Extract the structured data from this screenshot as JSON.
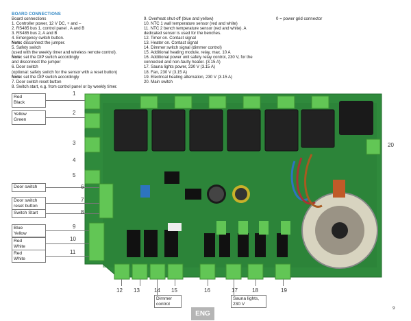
{
  "heading": "BOARD CONNECTIONS",
  "col1": [
    "Board connections",
    "1. Controller power, 12 V DC, + and –",
    "2. RS485 bus 1, control panel , A and B",
    "3. RS485 bus 2, A and B",
    "4. Emergency switch button.",
    "Note: disconnect the jumper.",
    "5. Safety switch",
    "(used with the weekly timer and wireless remote control).",
    "Note: set the DIP switch accordingly",
    "and disconnect the jumper",
    "6. Door switch",
    "(optional: safety switch for the sensor with a reset button)",
    "Note: set the DIP switch accordingly",
    "7. Door switch reset button",
    "8. Switch start, e.g. from control panel or by weekly timer."
  ],
  "col2": [
    "9. Overheat shut-off (blue and yellow)",
    "10. NTC 1 wall temperature sensor (red and white)",
    "11. NTC 2 bench temperature sensor (red and white). A",
    "dedicated sensor is used for the benches.",
    "12. Timer on. Contact signal",
    "13. Heater on. Contact signal",
    "14. Dimmer switch signal (dimmer control)",
    "15. Additional heating module, relay, max. 10 A",
    "16. Additional power unit safety relay control, 230 V, for the",
    "connected and non-faulty heater. (3.15 A)",
    "17. Sauna lights power, 230 V (3.15 A)",
    "18. Fan, 230 V (3.15 A)",
    "19. Electrical heating alternation, 230 V (3.15 A)",
    "20. Main switch"
  ],
  "col3": "0 = power grid connector",
  "wire_labels": {
    "red": "Red",
    "black": "Black",
    "yellow": "Yellow",
    "green": "Green",
    "door_switch": "Door switch",
    "door_reset_1": "Door switch",
    "door_reset_2": "reset button",
    "switch_start": "Switch Start",
    "blue": "Blue",
    "yellow2": "Yellow",
    "red2": "Red",
    "white": "White",
    "red3": "Red",
    "white2": "White",
    "dimmer_1": "Dimmer",
    "dimmer_2": "control",
    "sauna_1": "Sauna lights,",
    "sauna_2": "230 V"
  },
  "numbers": {
    "n1": "1",
    "n2": "2",
    "n3": "3",
    "n4": "4",
    "n5": "5",
    "n6": "6",
    "n7": "7",
    "n8": "8",
    "n9": "9",
    "n10": "10",
    "n11": "11",
    "n12": "12",
    "n13": "13",
    "n14": "14",
    "n15": "15",
    "n16": "16",
    "n17": "17",
    "n18": "18",
    "n19": "19",
    "n20": "20"
  },
  "language": "ENG",
  "page_number": "9",
  "colors": {
    "heading": "#2f86c4",
    "pcb": "#2f8a3c",
    "connector": "#62c655",
    "relay": "#222222",
    "language_badge": "#b5b5b5"
  }
}
